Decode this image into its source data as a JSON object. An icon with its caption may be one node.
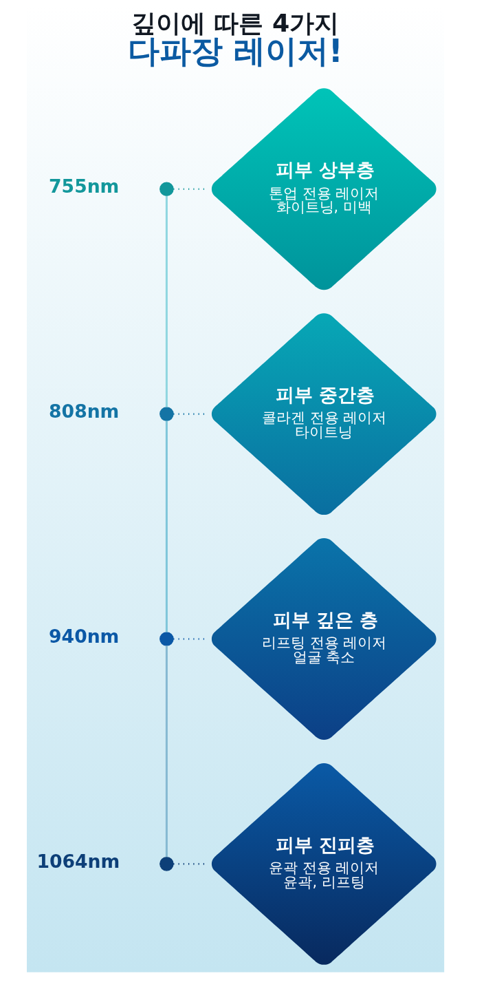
{
  "diagram": {
    "title": "깊이에 따른 4가지 다파장 레이저!",
    "nodes": [
      {
        "text": [],
        "shape": "circle",
        "beside": [
          "755nm"
        ]
      },
      {
        "text": [
          "피부 상부층",
          "톤업 전용 레이저 화이트닝, 미백"
        ]
      },
      {
        "text": [],
        "shape": "circle",
        "beside": [
          "808nm"
        ]
      },
      {
        "text": [
          "피부 중간층",
          "콜라겐 전용 레이저 타이트닝"
        ]
      },
      {
        "text": [],
        "shape": "circle",
        "beside": [
          "940nm"
        ]
      },
      {
        "text": [
          "피부 깊은 층",
          "리프팅 전용 레이저 얼굴 축소"
        ]
      },
      {
        "text": [],
        "shape": "circle",
        "beside": [
          "1064nm"
        ]
      },
      {
        "text": [
          "피부 진피층",
          "윤곽 전용 레이저 윤곽, 리프팅"
        ]
      }
    ],
    "edges": [
      {
        "from": 0,
        "to": 1,
        "arrow": "none",
        "style": "dashed",
        "color": "#12979b"
      },
      {
        "from": 2,
        "to": 3,
        "arrow": "none",
        "style": "dashed",
        "color": "#1474a5"
      },
      {
        "from": 4,
        "to": 5,
        "arrow": "none",
        "style": "dashed",
        "color": "#0b58a6"
      },
      {
        "from": 6,
        "to": 7,
        "arrow": "none",
        "style": "dashed",
        "color": "#0d3f78"
      },
      {
        "from": 0,
        "to": 2,
        "arrow": "none",
        "color": "#8fd6e0"
      },
      {
        "from": 2,
        "to": 4,
        "arrow": "none",
        "color": "#7fc6da"
      },
      {
        "from": 4,
        "to": 6,
        "arrow": "none",
        "color": "#86b9d2"
      }
    ]
  }
}
